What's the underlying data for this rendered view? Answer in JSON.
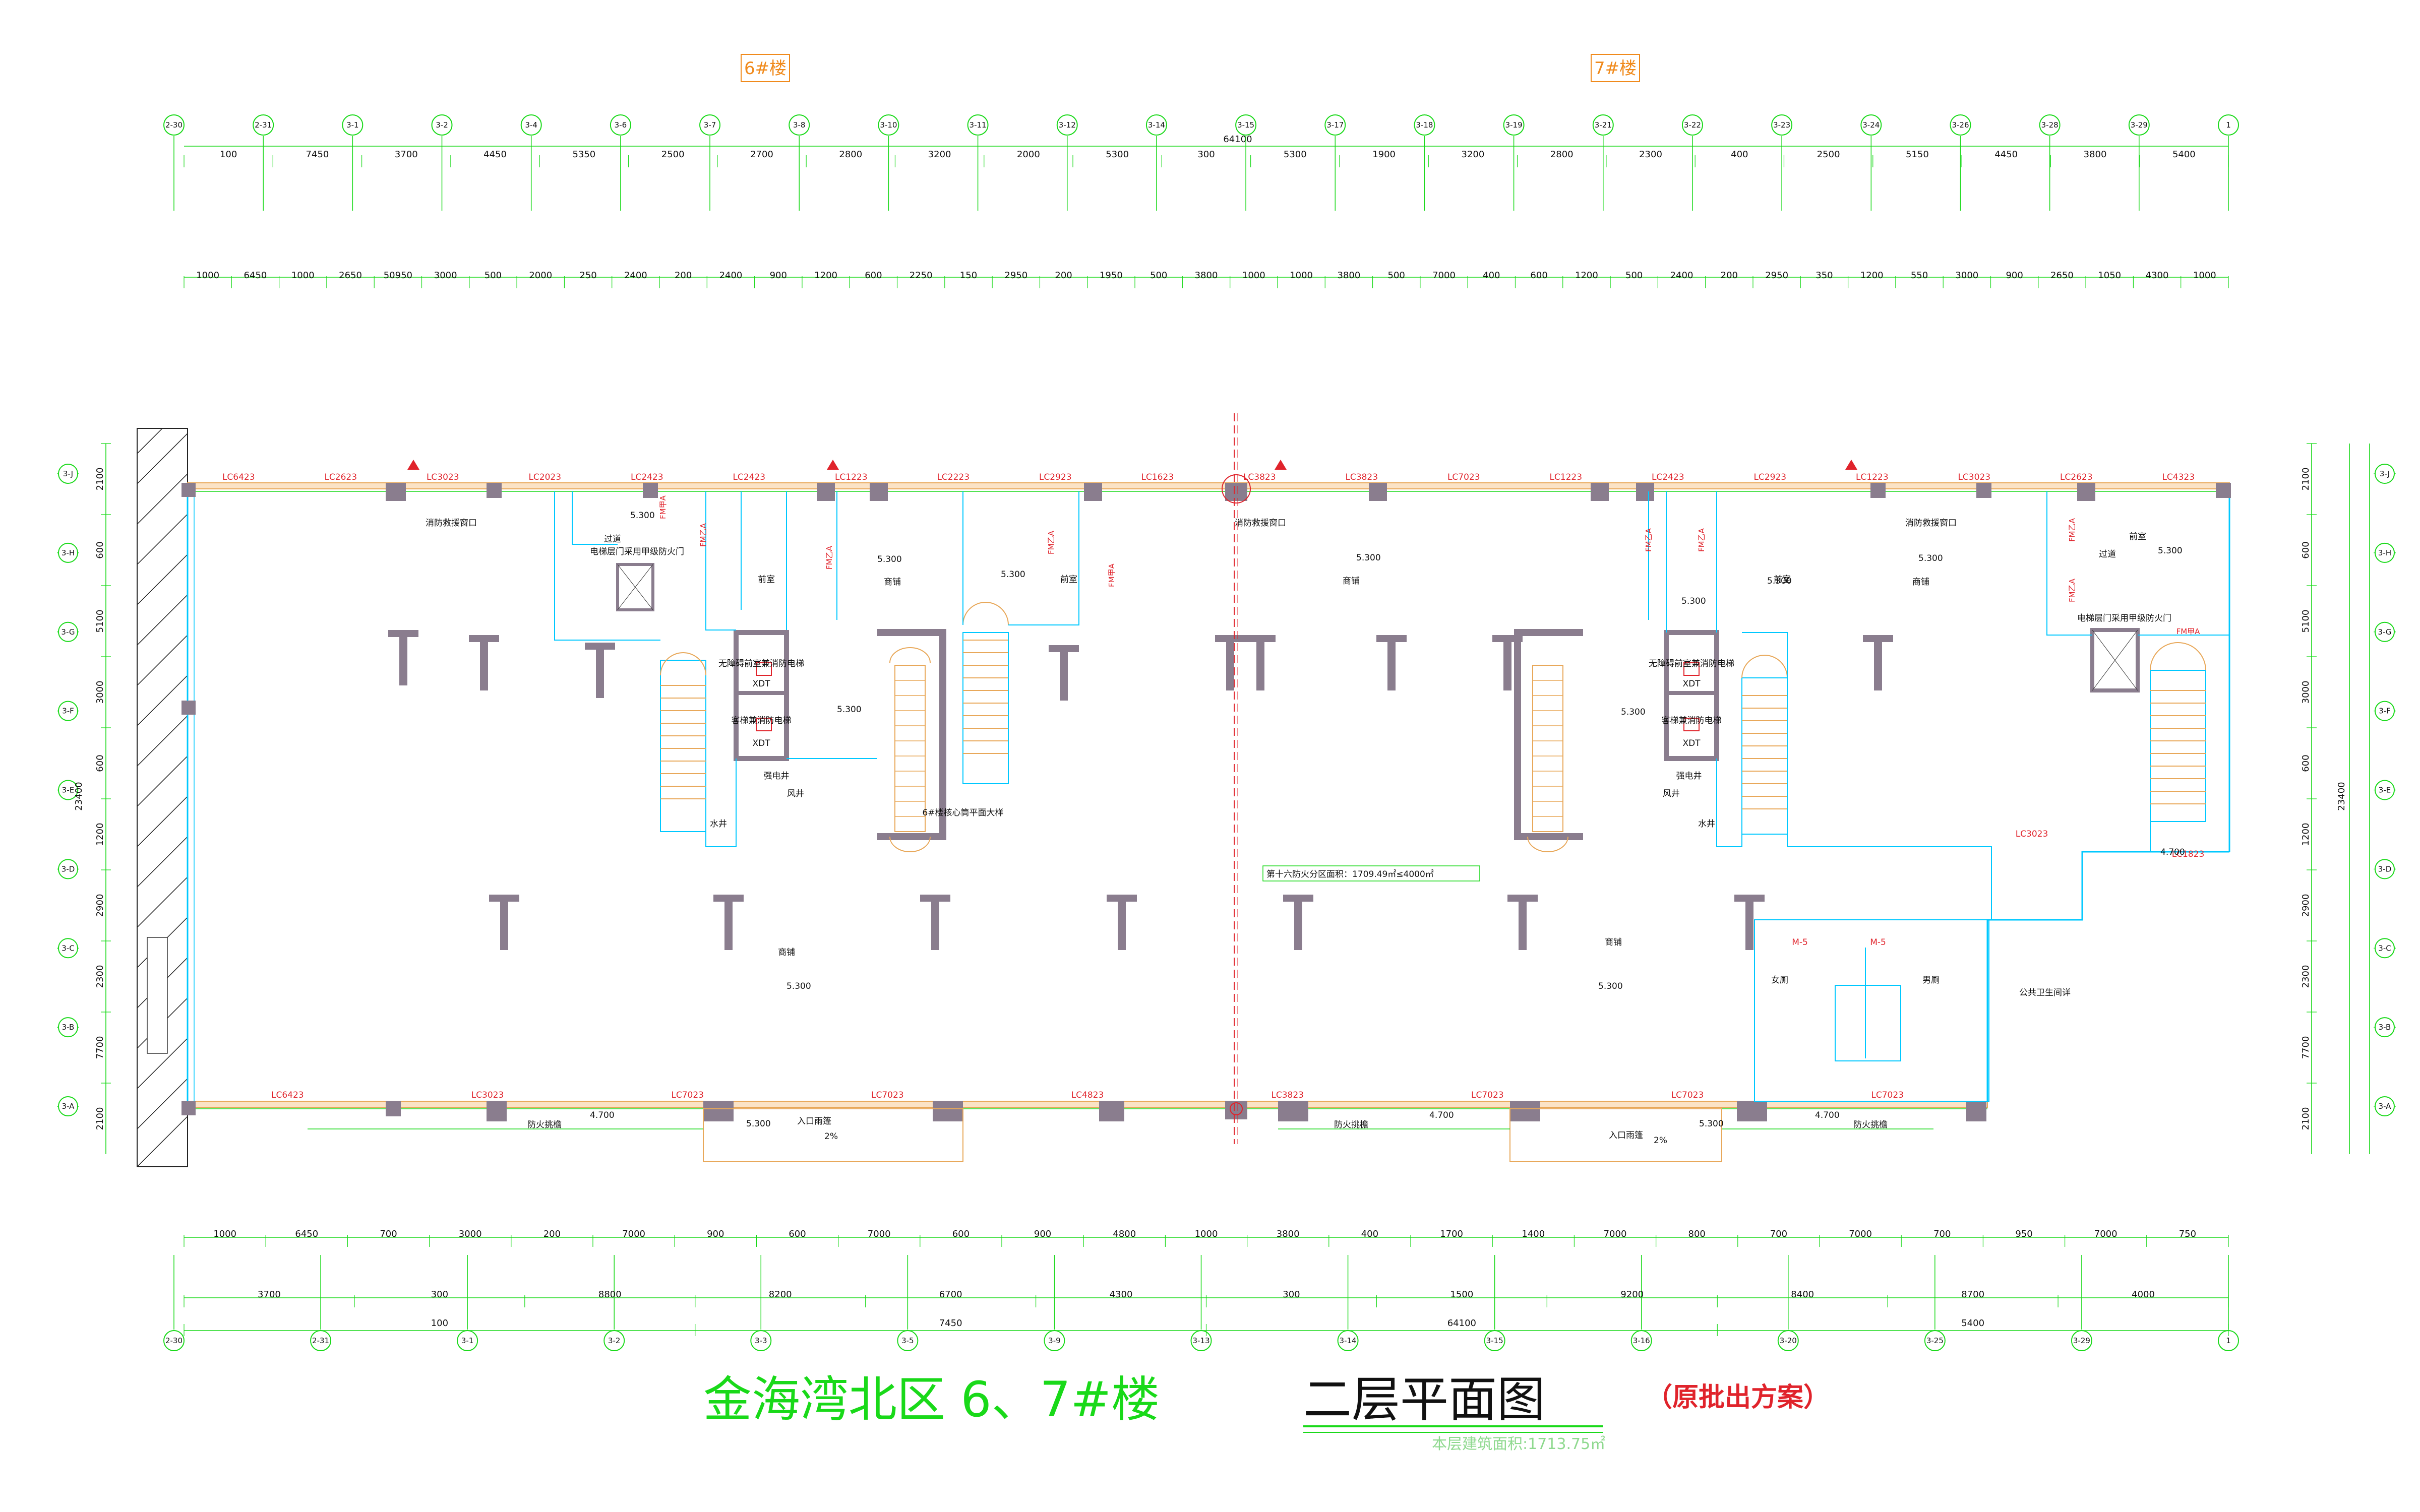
{
  "title": {
    "main": "金海湾北区 6、7#楼",
    "sub": "二层平面图",
    "note": "（原批出方案）",
    "area": "本层建筑面积:1713.75㎡"
  },
  "buildings": [
    "6#楼",
    "7#楼"
  ],
  "fire_zone_note": "第十六防火分区面积：1709.49㎡≤4000㎡",
  "top_total": "64100",
  "top_grid_labels": [
    "2-30",
    "2-31",
    "3-1",
    "3-2",
    "3-4",
    "3-6",
    "3-7",
    "3-8",
    "3-10",
    "3-11",
    "3-12",
    "3-14",
    "3-15",
    "3-17",
    "3-18",
    "3-19",
    "3-21",
    "3-22",
    "3-23",
    "3-24",
    "3-26",
    "3-28",
    "3-29",
    "1"
  ],
  "top_dim_row1": [
    "100",
    "7450",
    "3700",
    "4450",
    "5350",
    "2500",
    "2700",
    "2800",
    "3200",
    "2000",
    "5300",
    "300",
    "5300",
    "1900",
    "3200",
    "2800",
    "2300",
    "400",
    "2500",
    "5150",
    "4450",
    "3800",
    "5400"
  ],
  "top_dim_row2": [
    "1000",
    "6450",
    "1000",
    "2650",
    "50950",
    "3000",
    "500",
    "2000",
    "250",
    "2400",
    "200",
    "2400",
    "900",
    "1200",
    "600",
    "2250",
    "150",
    "2950",
    "200",
    "1950",
    "500",
    "3800",
    "1000",
    "1000",
    "3800",
    "500",
    "7000",
    "400",
    "600",
    "1200",
    "500",
    "2400",
    "200",
    "2950",
    "350",
    "1200",
    "550",
    "3000",
    "900",
    "2650",
    "1050",
    "4300",
    "1000"
  ],
  "bottom_total": "64100",
  "bottom_grid_labels": [
    "2-30",
    "2-31",
    "3-1",
    "3-2",
    "3-3",
    "3-5",
    "3-9",
    "3-13",
    "3-14",
    "3-15",
    "3-16",
    "3-20",
    "3-25",
    "3-29",
    "1"
  ],
  "bottom_dim_row1": [
    "1000",
    "6450",
    "700",
    "3000",
    "200",
    "7000",
    "900",
    "600",
    "7000",
    "600",
    "900",
    "4800",
    "1000",
    "3800",
    "400",
    "1700",
    "1400",
    "7000",
    "800",
    "700",
    "7000",
    "700",
    "950",
    "7000",
    "750"
  ],
  "bottom_dim_row2": [
    "3700",
    "300",
    "8800",
    "8200",
    "6700",
    "4300",
    "300",
    "1500",
    "9200",
    "8400",
    "8700",
    "4000"
  ],
  "bottom_dim_row3": [
    "100",
    "7450",
    "64100",
    "5400"
  ],
  "side_grid_labels": [
    "3-J",
    "3-H",
    "3-G",
    "3-F",
    "3-E",
    "3-D",
    "3-C",
    "3-B",
    "3-A"
  ],
  "side_dims": [
    "2100",
    "600",
    "5100",
    "3000",
    "600",
    "1200",
    "2900",
    "2300",
    "7700",
    "2100"
  ],
  "side_total": "23400",
  "windows_top": [
    "LC6423",
    "LC2623",
    "LC3023",
    "LC2023",
    "LC2423",
    "LC2423",
    "LC1223",
    "LC2223",
    "LC2923",
    "LC1623",
    "LC3823",
    "LC3823",
    "LC7023",
    "LC1223",
    "LC2423",
    "LC2923",
    "LC1223",
    "LC3023",
    "LC2623",
    "LC4323"
  ],
  "windows_bottom": [
    "LC6423",
    "LC3023",
    "LC7023",
    "LC7023",
    "LC4823",
    "LC3823",
    "LC7023",
    "LC7023",
    "LC7023"
  ],
  "windows_side": [
    "LC3023",
    "LC1823"
  ],
  "rooms": {
    "corridor": "商铺",
    "shop": "商铺",
    "stair_room": "前室",
    "passage": "过道",
    "fire_door": "电梯层门采用甲级防火门",
    "elevator_fire": "无障碍前室兼消防电梯",
    "elevator_xdt": "XDT",
    "elevator_guest": "客梯兼消防电梯",
    "female_wc": "女厕",
    "male_wc": "男厕",
    "public_wc": "公共卫生间详",
    "entrance": "入口雨篷",
    "fire_ladder": "防火挑檐",
    "smoke": "消防救援窗口",
    "core_note": "6#楼核心筒平面大样",
    "pipe": "风井",
    "water": "水井",
    "strong": "强电井"
  },
  "levels": [
    "5.300",
    "4.700"
  ],
  "slope": "2%",
  "door_tags": [
    "FM甲A",
    "FM乙A",
    "M-5"
  ]
}
